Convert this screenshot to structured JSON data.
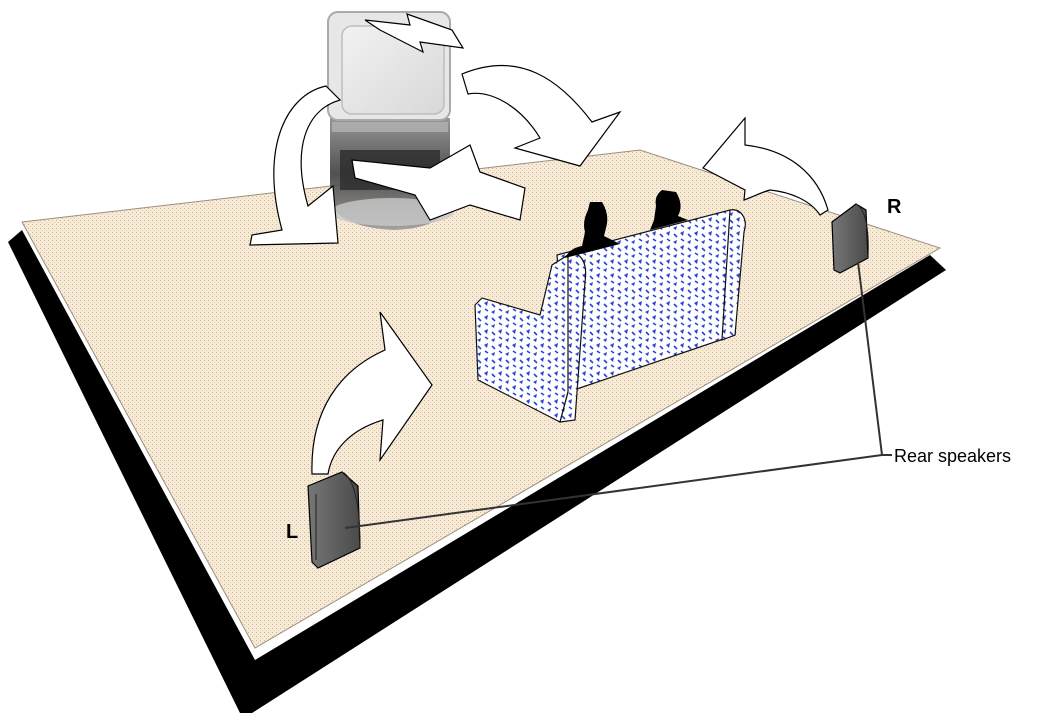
{
  "labels": {
    "right_speaker": "R",
    "left_speaker": "L",
    "callout": "Rear speakers"
  },
  "colors": {
    "floor": "#f7ead6",
    "floor_dots": "#d9c3a3",
    "floor_edge": "#000000",
    "sofa_blue": "#2a43d6",
    "speaker": "#5e5e5e",
    "arrow_fill": "#ffffff"
  },
  "icons": {
    "tv": "tv-icon",
    "sofa": "sofa-icon",
    "speaker": "speaker-icon",
    "listener": "person-silhouette-icon"
  }
}
